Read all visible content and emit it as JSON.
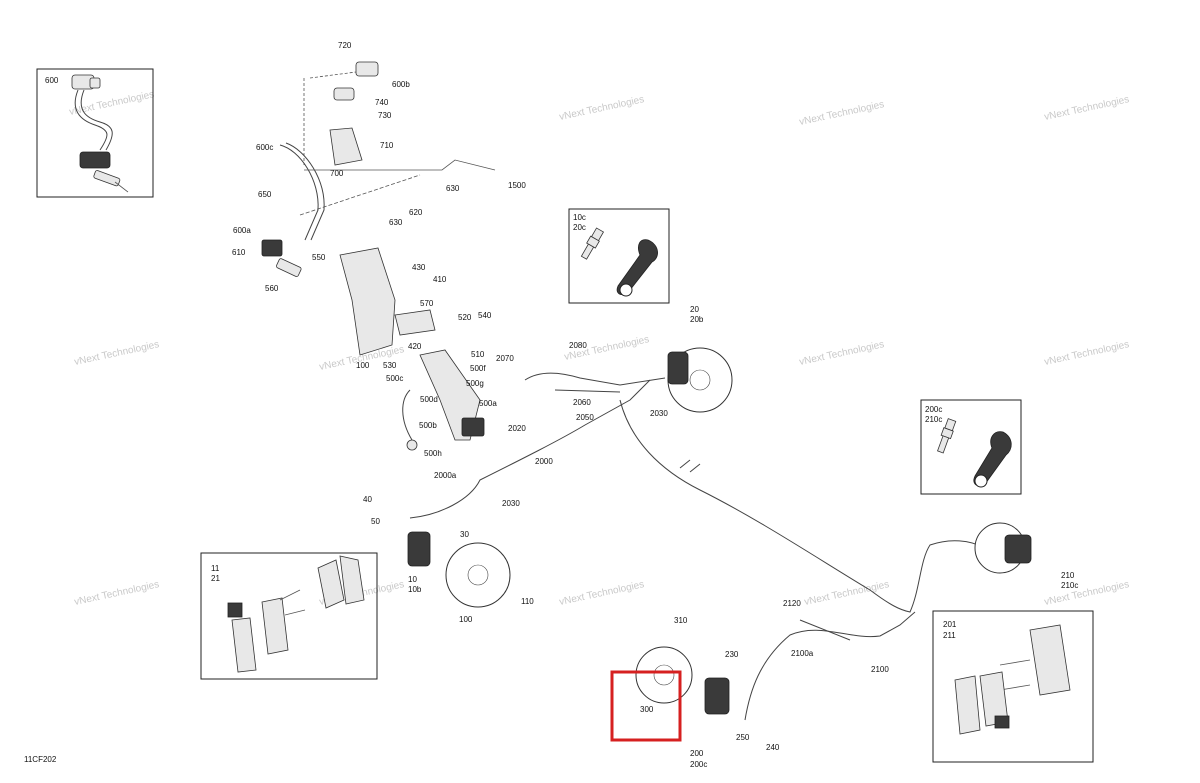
{
  "diagram": {
    "code": "11CF202",
    "watermark_text": "vNext Technologies",
    "highlight_color": "#d62020",
    "inset_labels": {
      "master_cylinder": "600",
      "bleeder_front": [
        "10c",
        "20c"
      ],
      "bleeder_rear": [
        "200c",
        "210c"
      ],
      "pads_front": [
        "11",
        "21"
      ],
      "pads_rear": [
        "201",
        "211"
      ]
    },
    "callouts": [
      "720",
      "600b",
      "740",
      "730",
      "710",
      "700",
      "600c",
      "650",
      "630",
      "1500",
      "620",
      "630",
      "600a",
      "610",
      "550",
      "560",
      "430",
      "410",
      "570",
      "520",
      "540",
      "420",
      "530",
      "100",
      "510",
      "500f",
      "500c",
      "500g",
      "500d",
      "500a",
      "500b",
      "500h",
      "2070",
      "2080",
      "2060",
      "2050",
      "2020",
      "2000",
      "2000a",
      "2030",
      "20",
      "20b",
      "2030",
      "40",
      "50",
      "30",
      "10",
      "10b",
      "100",
      "110",
      "2120",
      "2100a",
      "2100",
      "210",
      "210c",
      "310",
      "300",
      "230",
      "250",
      "240",
      "200",
      "200c"
    ]
  }
}
